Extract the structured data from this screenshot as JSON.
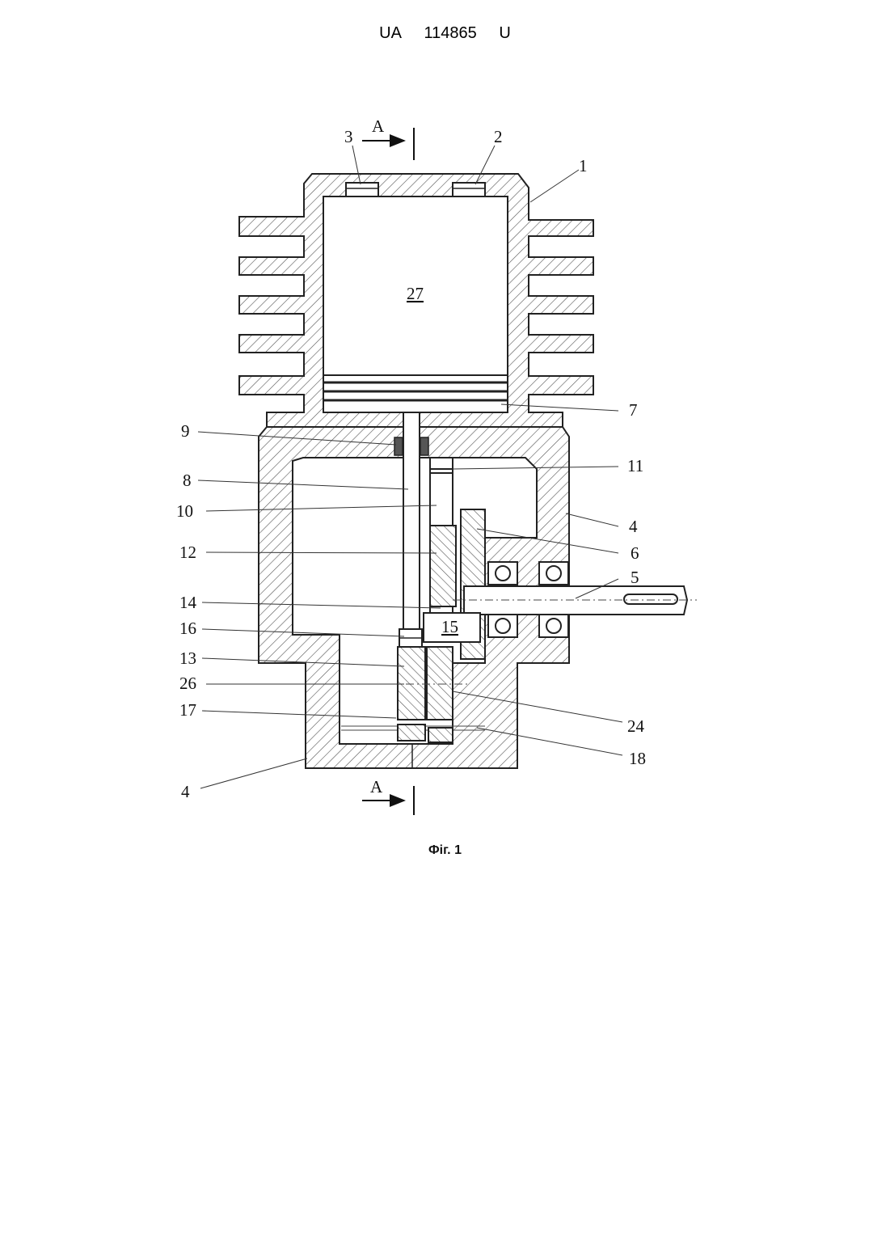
{
  "header": {
    "country": "UA",
    "number": "114865",
    "kind": "U"
  },
  "figure": {
    "caption": "Фіг. 1",
    "section_mark": "A",
    "labels": {
      "l1": "1",
      "l2": "2",
      "l3": "3",
      "l4a": "4",
      "l4b": "4",
      "l5": "5",
      "l6": "6",
      "l7": "7",
      "l8": "8",
      "l9": "9",
      "l10": "10",
      "l11": "11",
      "l12": "12",
      "l13": "13",
      "l14": "14",
      "l15": "15",
      "l16": "16",
      "l17": "17",
      "l18": "18",
      "l24": "24",
      "l26": "26",
      "l27": "27"
    }
  }
}
